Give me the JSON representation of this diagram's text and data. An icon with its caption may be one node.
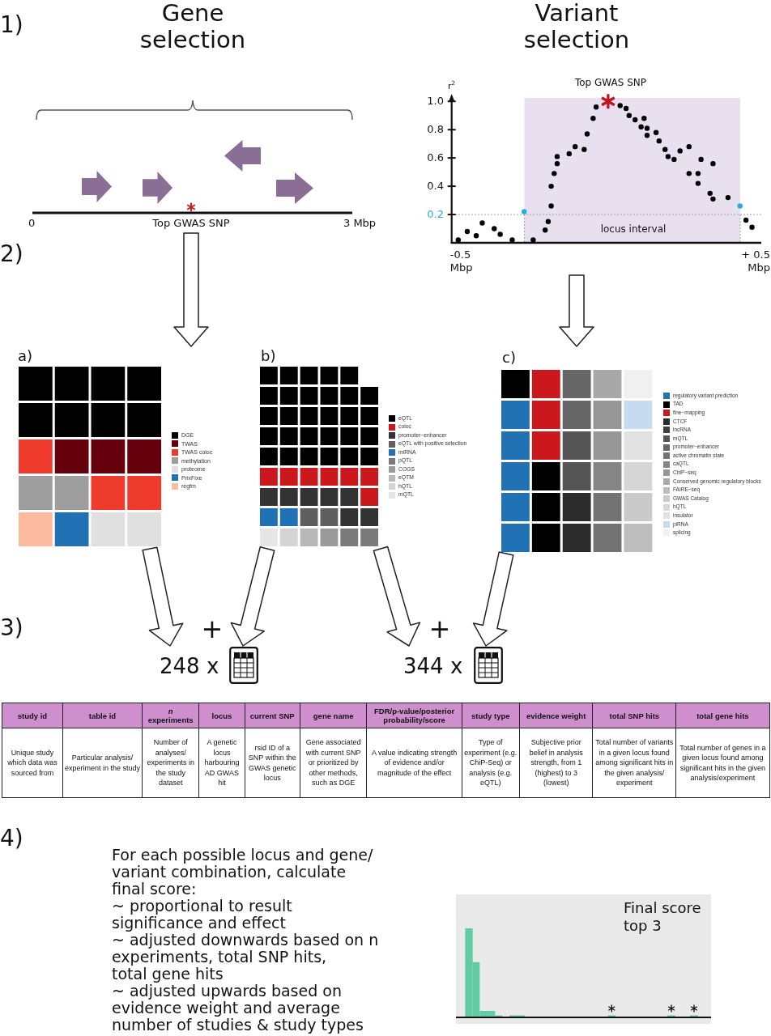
{
  "diagram": {
    "nodes": [
      {
        "text": [
          "Gene selection",
          "0",
          "Top GWAS SNP",
          "3 Mbp"
        ]
      },
      {
        "text": [
          "Variant selection"
        ]
      },
      {
        "text": [
          "a)"
        ]
      },
      {
        "text": [
          "b)"
        ]
      },
      {
        "text": [
          "c)"
        ]
      },
      {
        "text": [
          "248 x"
        ]
      },
      {
        "text": [
          "344 x"
        ]
      }
    ],
    "edges": [
      {
        "from": 0,
        "to": 2,
        "arrow": "to"
      },
      {
        "from": 1,
        "to": 4,
        "arrow": "to"
      },
      {
        "from": 2,
        "to": 5,
        "arrow": "to"
      },
      {
        "from": 3,
        "to": 5,
        "arrow": "to"
      },
      {
        "from": 3,
        "to": 6,
        "arrow": "to"
      },
      {
        "from": 4,
        "to": 6,
        "arrow": "to"
      }
    ],
    "labels": [
      "1)",
      "2)",
      "3)",
      "+",
      "+",
      "study id",
      "table id",
      "*n* experiments",
      "locus",
      "current SNP",
      "gene name",
      "FDR/p-value/posterior probability/score",
      "study type",
      "evidence weight",
      "total SNP hits",
      "total gene hits",
      "Unique study which data was sourced from",
      "Particular analysis/ experiment in the study",
      "Number of analyses/ experiments in the study dataset",
      "A genetic locus harbouring AD GWAS hit",
      "rsid ID of a SNP within the GWAS genetic locus",
      "Gene associated with current SNP or prioritized by other methods, such as DGE",
      "A value indicating strength of evidence and/or magnitude of the effect",
      "Type of experiment (e.g. ChiP-Seq) or analysis (e.g. eQTL)",
      "Subjective prior belief in analysis strength, from 1 (highest) to 3 (lowest)",
      "Total number of variants in a given locus found among significant hits in the given analysis/ experiment",
      "Total number of genes in a given locus found among significant hits in the given analysis/experiment",
      "4)",
      "For each possible locus and gene/ variant combination, calculate final score:",
      "~ proportional to result significance and effect",
      "~ adjusted downwards based on n experiments, total SNP hits, total gene hits",
      "~ adjusted upwards based on evidence weight and average number of studies & study types",
      "Final score top 3"
    ],
    "legend": [
      {
        "text": "DGE",
        "color": "#000000"
      },
      {
        "text": "TWAS",
        "color": "#67000d"
      },
      {
        "text": "TWAS coloc",
        "color": "#ef3b2c"
      },
      {
        "text": "methylation",
        "color": "#9e9e9e"
      },
      {
        "text": "proteome",
        "color": "#e0e0e0"
      },
      {
        "text": "PrixFixe",
        "color": "#2171b5"
      },
      {
        "text": "regfm",
        "color": "#fcbba1"
      },
      {
        "text": "eQTL",
        "color": "#000000"
      },
      {
        "text": "coloc",
        "color": "#cb181d"
      },
      {
        "text": "promoter−enhancer",
        "color": "#333333"
      },
      {
        "text": "eQTL with positive selection",
        "color": "#5f5f5f"
      },
      {
        "text": "miRNA",
        "color": "#2171b5"
      },
      {
        "text": "pQTL",
        "color": "#7a7a7a"
      },
      {
        "text": "COGS",
        "color": "#9a9a9a"
      },
      {
        "text": "eQTM",
        "color": "#b8b8b8"
      },
      {
        "text": "hQTL",
        "color": "#d4d4d4"
      },
      {
        "text": "mQTL",
        "color": "#e6e6e6"
      },
      {
        "text": "regulatory variant prediction",
        "color": "#2171b5"
      },
      {
        "text": "TAD",
        "color": "#000000"
      },
      {
        "text": "fine−mapping",
        "color": "#cb181d"
      },
      {
        "text": "CTCF",
        "color": "#2b2b2b"
      },
      {
        "text": "lncRNA",
        "color": "#404040"
      },
      {
        "text": "mQTL",
        "color": "#555555"
      },
      {
        "text": "promoter−enhancer",
        "color": "#666666"
      },
      {
        "text": "active chromatin state",
        "color": "#737373"
      },
      {
        "text": "caQTL",
        "color": "#858585"
      },
      {
        "text": "ChIP−seq",
        "color": "#969696"
      },
      {
        "text": "Conserved genomic regulatory blocks",
        "color": "#a8a8a8"
      },
      {
        "text": "FAIRE−seq",
        "color": "#bdbdbd"
      },
      {
        "text": "GWAS Catalog",
        "color": "#cacaca"
      },
      {
        "text": "hQTL",
        "color": "#d6d6d6"
      },
      {
        "text": "insulator",
        "color": "#e1e1e1"
      },
      {
        "text": "piRNA",
        "color": "#c6dbef"
      },
      {
        "text": "splicing",
        "color": "#f0f0f0"
      }
    ],
    "chart_data": {
      "type": "scatter",
      "ylabel": "r$^{2}$",
      "x": [
        -0.5,
        -0.47,
        -0.44,
        -0.42,
        -0.38,
        -0.36,
        -0.32,
        -0.28,
        -0.25,
        -0.21,
        -0.2,
        -0.19,
        -0.19,
        -0.18,
        -0.17,
        -0.17,
        -0.13,
        -0.11,
        -0.08,
        -0.07,
        -0.05,
        -0.04,
        0,
        0.04,
        0.06,
        0.07,
        0.09,
        0.11,
        0.12,
        0.13,
        0.13,
        0.16,
        0.17,
        0.19,
        0.2,
        0.22,
        0.24,
        0.27,
        0.27,
        0.3,
        0.3,
        0.31,
        0.34,
        0.35,
        0.35,
        0.4,
        0.44,
        0.46,
        0.48
      ],
      "xlim": [
        -0.522,
        0.511
      ],
      "ylim": [
        0,
        1.03
      ],
      "xticks": [
        {
          "value": -0.5,
          "label": "-0.5 Mbp"
        },
        {
          "value": 0.5,
          "label": "+ 0.5 Mbp"
        }
      ],
      "yticks": [
        0.2,
        0.4,
        0.6,
        0.8,
        {
          "value": 1,
          "label": "1.0"
        }
      ],
      "series": [
        {
          "color": "#000000",
          "values": [
            0.02,
            0.08,
            0.05,
            0.14,
            0.1,
            0.06,
            0.02,
            null,
            0.02,
            0.09,
            0.15,
            0.26,
            0.4,
            0.49,
            0.56,
            0.61,
            0.63,
            0.68,
            0.66,
            0.77,
            0.88,
            0.96,
            null,
            0.97,
            0.95,
            0.9,
            0.87,
            0.82,
            0.88,
            0.81,
            0.76,
            0.78,
            0.72,
            0.66,
            0.61,
            0.59,
            0.65,
            0.68,
            0.49,
            0.49,
            0.42,
            0.59,
            0.35,
            0.31,
            0.56,
            0.32,
            null,
            0.16,
            0.11
          ]
        },
        {
          "color": "#29abe2",
          "values": [
            null,
            null,
            null,
            null,
            null,
            null,
            null,
            0.22,
            null,
            null,
            null,
            null,
            null,
            null,
            null,
            null,
            null,
            null,
            null,
            null,
            null,
            null,
            null,
            null,
            null,
            null,
            null,
            null,
            null,
            null,
            null,
            null,
            null,
            null,
            null,
            null,
            null,
            null,
            null,
            null,
            null,
            null,
            null,
            null,
            null,
            null,
            0.26,
            null,
            null
          ]
        },
        {
          "color": "#c1121f",
          "values": [
            null,
            null,
            null,
            null,
            null,
            null,
            null,
            null,
            null,
            null,
            null,
            null,
            null,
            null,
            null,
            null,
            null,
            null,
            null,
            null,
            null,
            null,
            1,
            null,
            null,
            null,
            null,
            null,
            null,
            null,
            null,
            null,
            null,
            null,
            null,
            null,
            null,
            null,
            null,
            null,
            null,
            null,
            null,
            null,
            null,
            null,
            null,
            null,
            null
          ]
        }
      ],
      "annotations": [
        "Top GWAS SNP",
        "locus interval"
      ]
    }
  }
}
